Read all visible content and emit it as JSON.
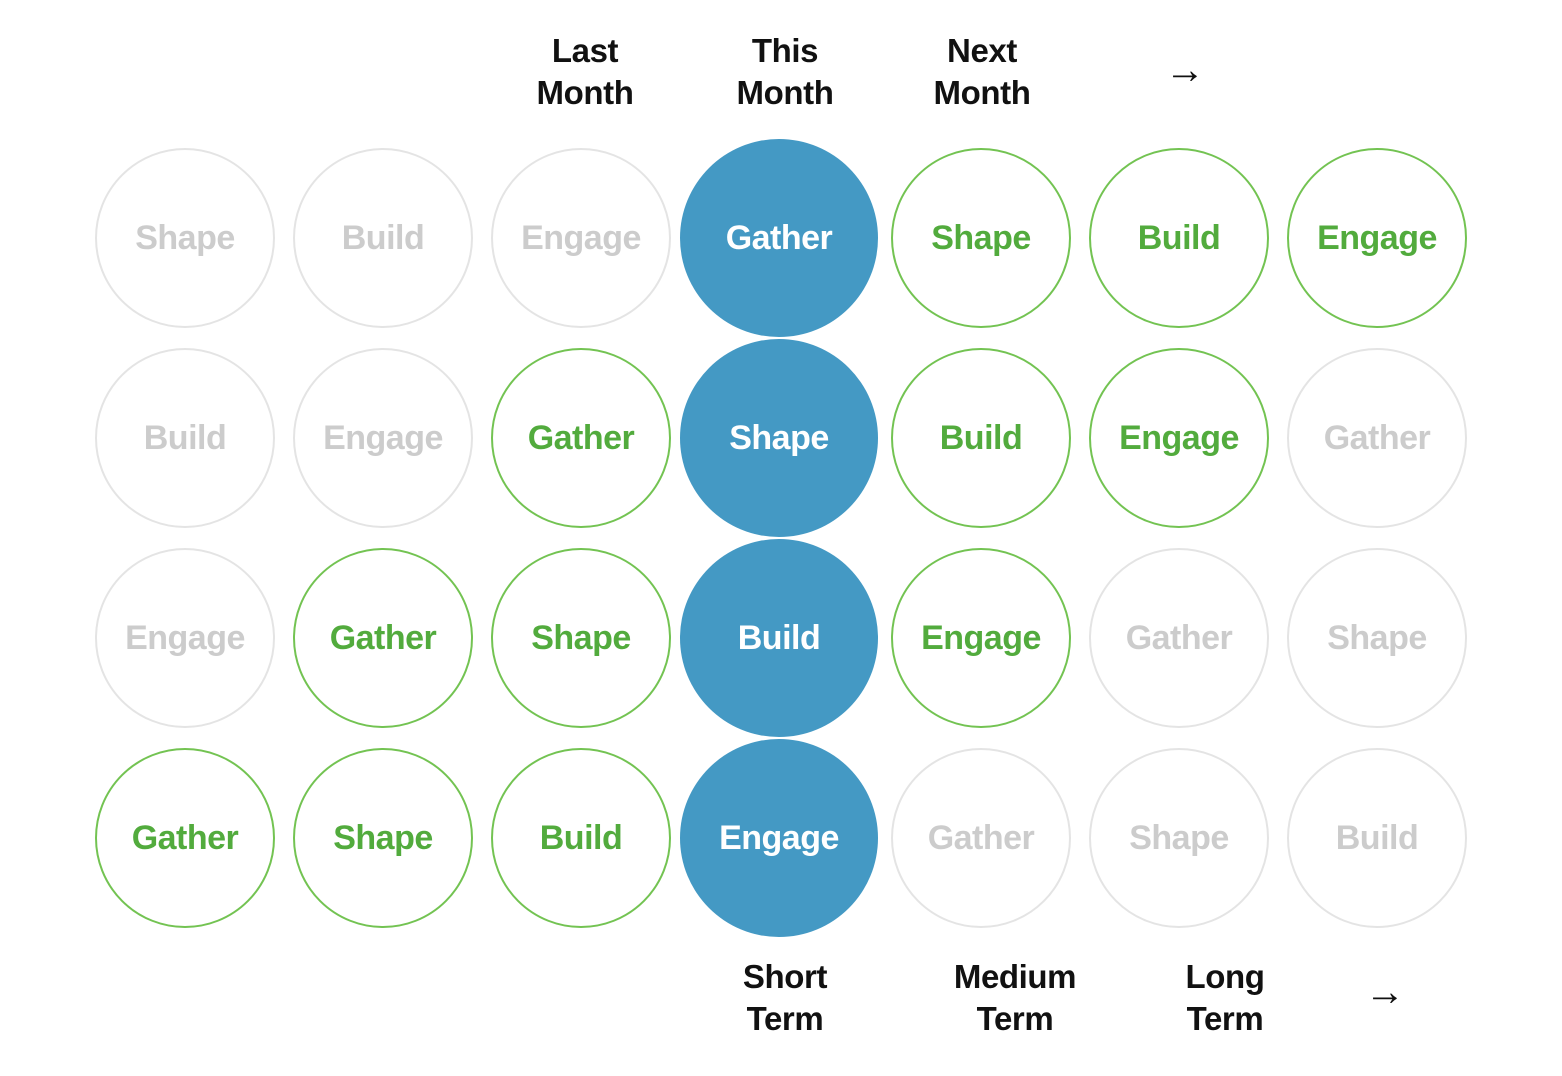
{
  "legend": {
    "inactive_color": "#cccccc",
    "inactive_border": "#e4e4e4",
    "active_color": "#52ab3d",
    "active_border": "#73c352",
    "current_fill": "#4499c4",
    "current_text": "#ffffff",
    "axis_text": "#111111"
  },
  "axis_top": {
    "labels": [
      {
        "text": "Last\nMonth"
      },
      {
        "text": "This\nMonth"
      },
      {
        "text": "Next\nMonth"
      }
    ],
    "arrow": "→"
  },
  "axis_bottom": {
    "labels": [
      {
        "text": "Short\nTerm"
      },
      {
        "text": "Medium\nTerm"
      },
      {
        "text": "Long\nTerm"
      }
    ],
    "arrow": "→"
  },
  "grid": {
    "rows": [
      {
        "row_index": 0,
        "cells": [
          {
            "label": "Shape",
            "state": "inactive"
          },
          {
            "label": "Build",
            "state": "inactive"
          },
          {
            "label": "Engage",
            "state": "inactive"
          },
          {
            "label": "Gather",
            "state": "current"
          },
          {
            "label": "Shape",
            "state": "active"
          },
          {
            "label": "Build",
            "state": "active"
          },
          {
            "label": "Engage",
            "state": "active"
          }
        ]
      },
      {
        "row_index": 1,
        "cells": [
          {
            "label": "Build",
            "state": "inactive"
          },
          {
            "label": "Engage",
            "state": "inactive"
          },
          {
            "label": "Gather",
            "state": "active"
          },
          {
            "label": "Shape",
            "state": "current"
          },
          {
            "label": "Build",
            "state": "active"
          },
          {
            "label": "Engage",
            "state": "active"
          },
          {
            "label": "Gather",
            "state": "inactive"
          }
        ]
      },
      {
        "row_index": 2,
        "cells": [
          {
            "label": "Engage",
            "state": "inactive"
          },
          {
            "label": "Gather",
            "state": "active"
          },
          {
            "label": "Shape",
            "state": "active"
          },
          {
            "label": "Build",
            "state": "current"
          },
          {
            "label": "Engage",
            "state": "active"
          },
          {
            "label": "Gather",
            "state": "inactive"
          },
          {
            "label": "Shape",
            "state": "inactive"
          }
        ]
      },
      {
        "row_index": 3,
        "cells": [
          {
            "label": "Gather",
            "state": "active"
          },
          {
            "label": "Shape",
            "state": "active"
          },
          {
            "label": "Build",
            "state": "active"
          },
          {
            "label": "Engage",
            "state": "current"
          },
          {
            "label": "Gather",
            "state": "inactive"
          },
          {
            "label": "Shape",
            "state": "inactive"
          },
          {
            "label": "Build",
            "state": "inactive"
          }
        ]
      }
    ]
  }
}
